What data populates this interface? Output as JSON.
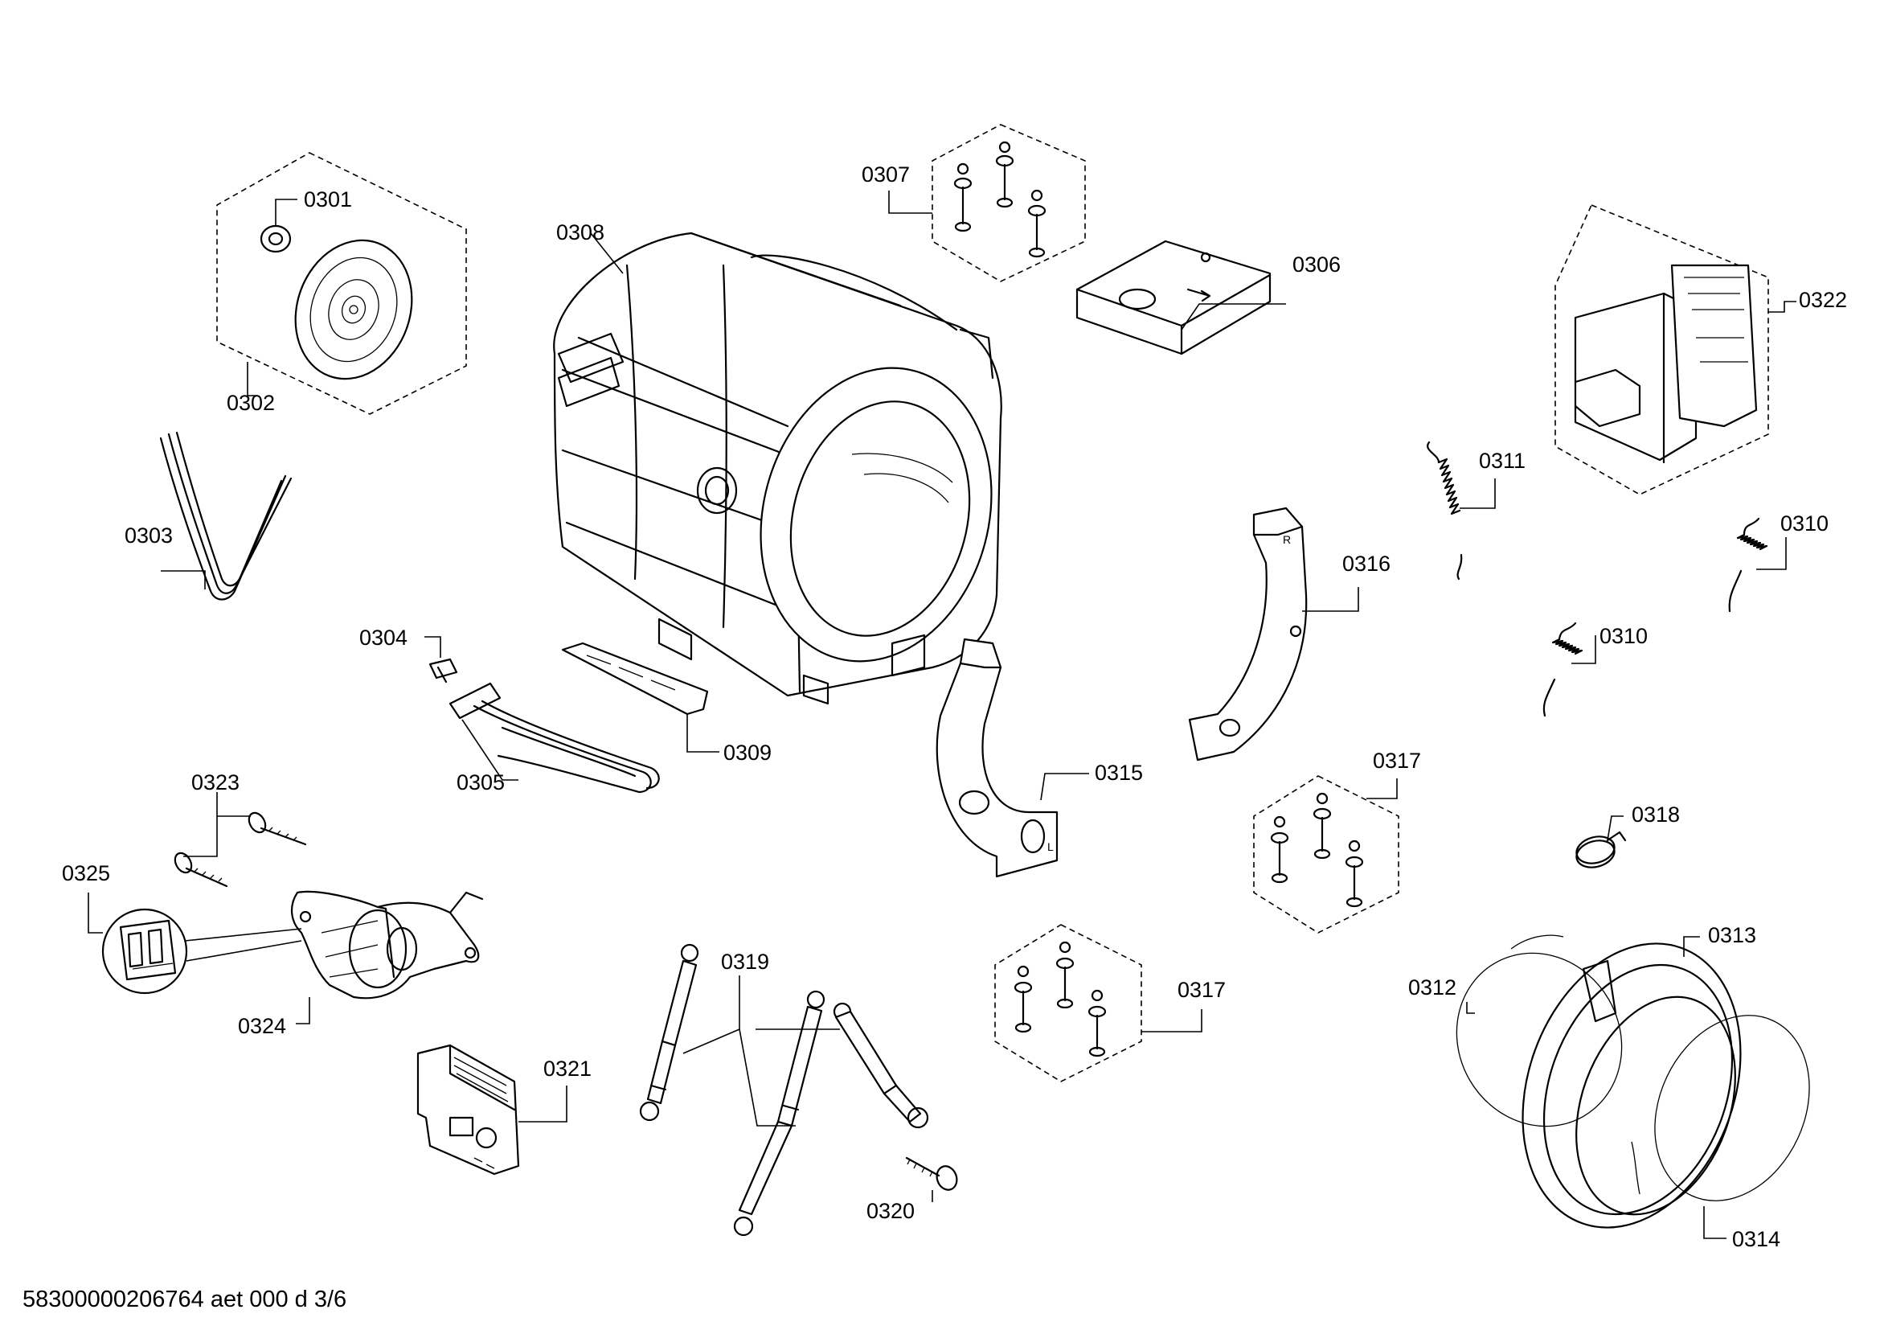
{
  "document_code": "58300000206764 aet 000 d 3/6",
  "labels": {
    "p0301": "0301",
    "p0302": "0302",
    "p0303": "0303",
    "p0304": "0304",
    "p0305": "0305",
    "p0306": "0306",
    "p0307": "0307",
    "p0308": "0308",
    "p0309": "0309",
    "p0310a": "0310",
    "p0310b": "0310",
    "p0311": "0311",
    "p0312": "0312",
    "p0313": "0313",
    "p0314": "0314",
    "p0315": "0315",
    "p0316": "0316",
    "p0317a": "0317",
    "p0317b": "0317",
    "p0318": "0318",
    "p0319": "0319",
    "p0320": "0320",
    "p0321": "0321",
    "p0322": "0322",
    "p0323": "0323",
    "p0324": "0324",
    "p0325": "0325"
  },
  "markings": {
    "bracket_left": "L",
    "bracket_right": "R"
  },
  "colors": {
    "ink": "#000000",
    "paper": "#ffffff"
  }
}
